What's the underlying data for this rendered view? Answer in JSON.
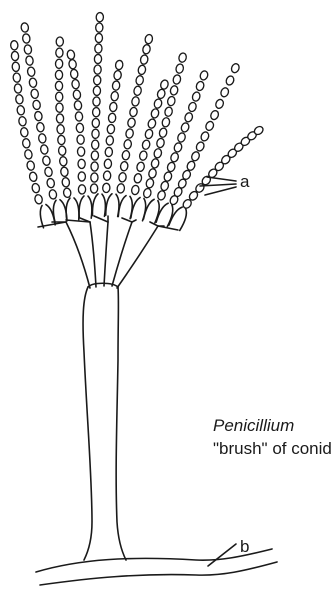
{
  "diagram": {
    "labels": {
      "a": "a",
      "b": "b"
    },
    "caption": {
      "genus": "Penicillium",
      "description": "\"brush\" of conidia"
    },
    "colors": {
      "ink": "#1a1a1a",
      "background": "#ffffff"
    }
  }
}
